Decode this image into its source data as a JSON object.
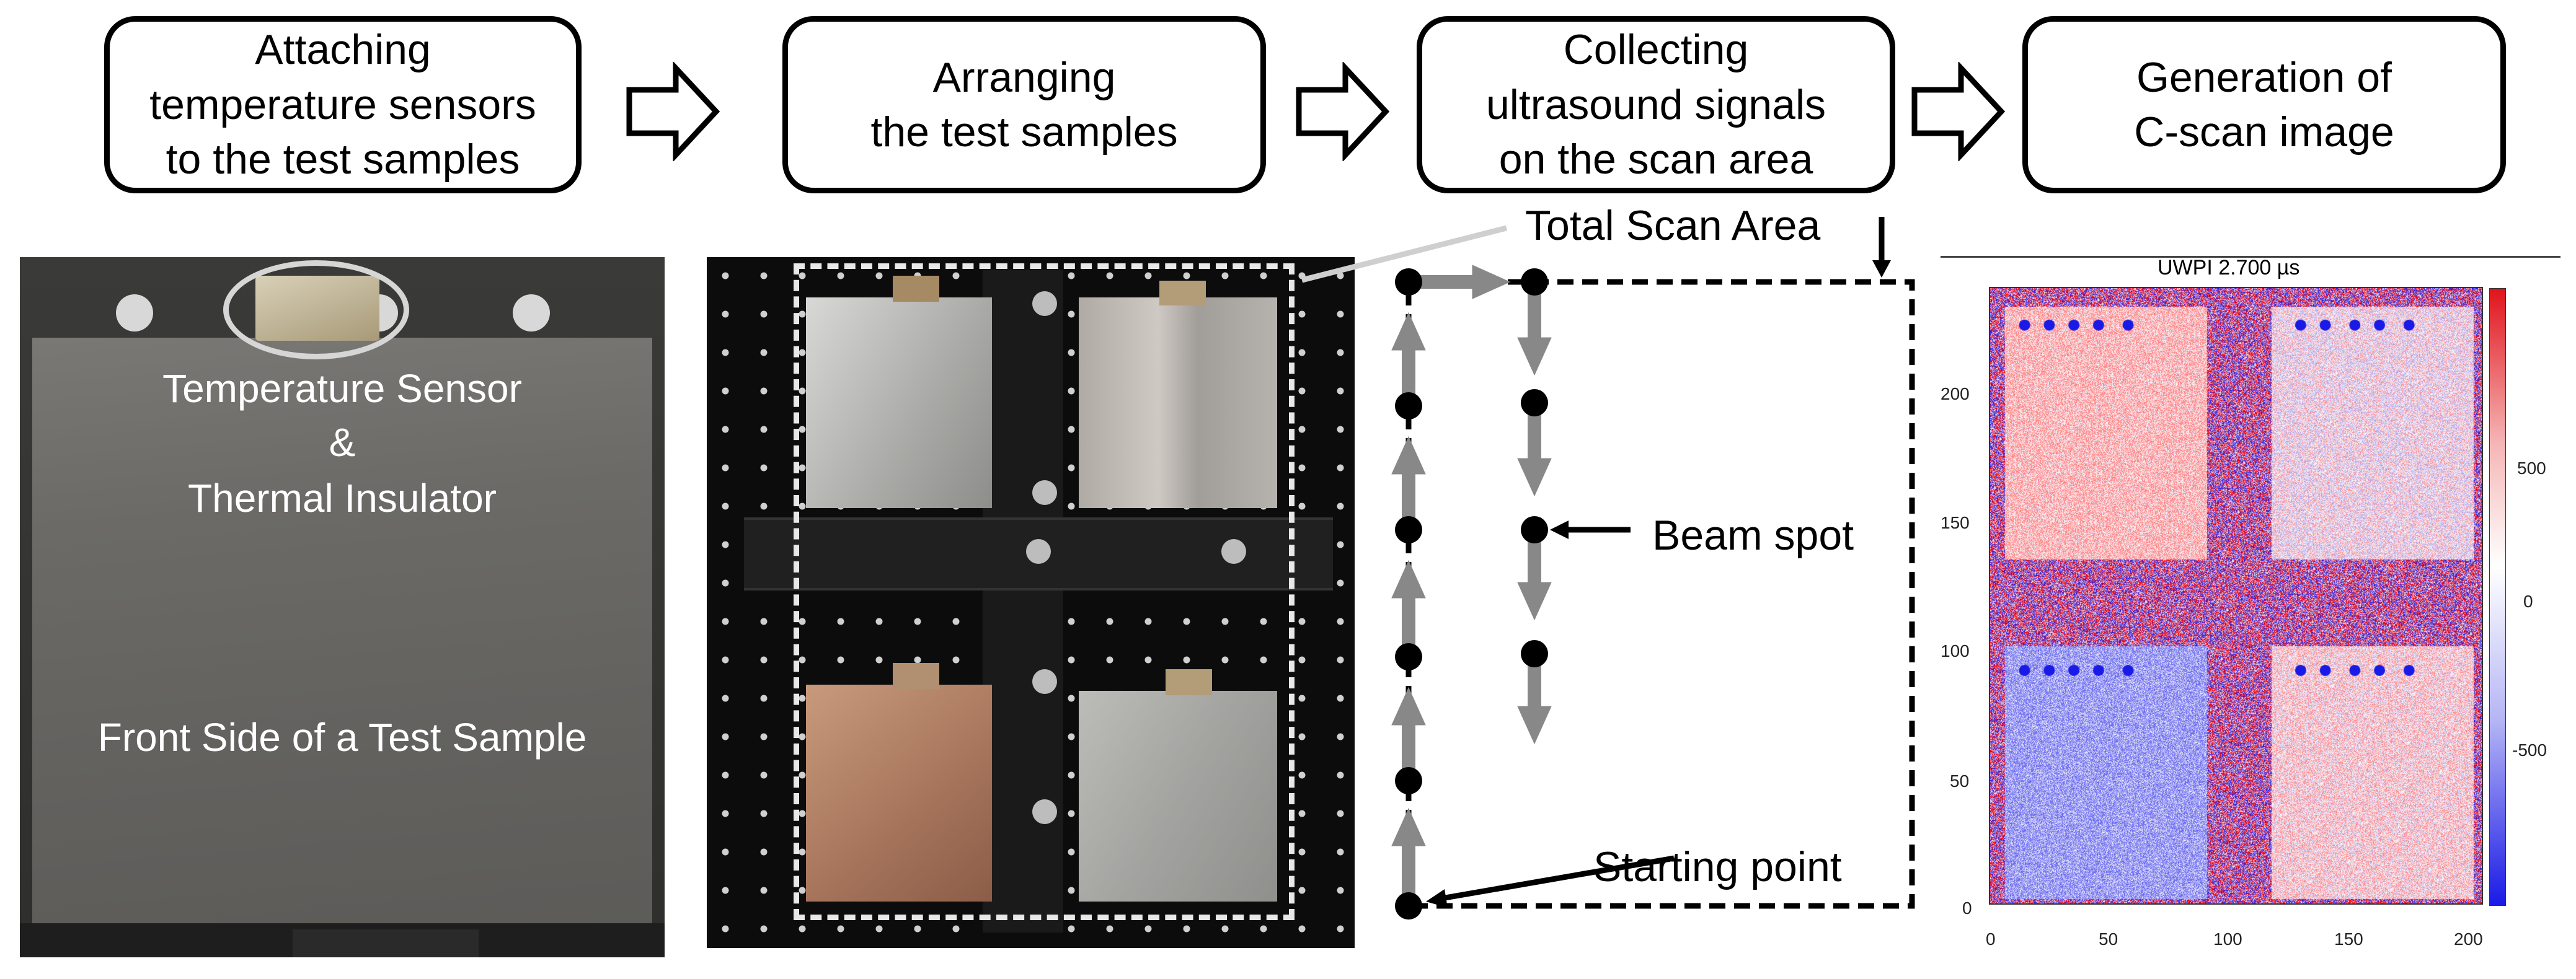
{
  "steps": [
    {
      "label": "Attaching\ntemperature sensors\nto the test samples"
    },
    {
      "label": "Arranging\nthe test samples"
    },
    {
      "label": "Collecting\nultrasound signals\non the scan area"
    },
    {
      "label": "Generation of\nC-scan image"
    }
  ],
  "photo1": {
    "sensor_label_1": "Temperature Sensor",
    "sensor_label_2": "&",
    "sensor_label_3": "Thermal Insulator",
    "front_label": "Front Side of a Test Sample"
  },
  "scan_diagram": {
    "total_scan_area": "Total Scan Area",
    "beam_spot": "Beam spot",
    "starting_point": "Starting point"
  },
  "cscan": {
    "title": "UWPI 2.700 µs",
    "x_ticks": [
      "0",
      "50",
      "100",
      "150",
      "200"
    ],
    "y_ticks": [
      "0",
      "50",
      "100",
      "150",
      "200"
    ],
    "colorbar_ticks": [
      "500",
      "0",
      "-500"
    ],
    "colors": {
      "positive": "#e0141c",
      "negative": "#1a1ae6",
      "neutral": "#ffffff"
    }
  }
}
